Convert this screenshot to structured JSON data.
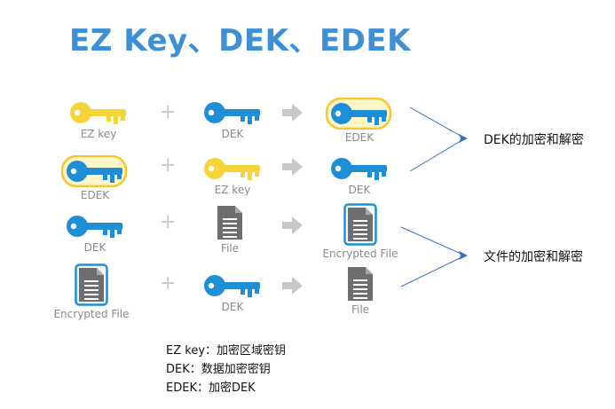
{
  "title": "EZ Key、DEK、EDEK",
  "rows": [
    {
      "a": {
        "icon": "yellow-key",
        "label": "EZ key"
      },
      "b": {
        "icon": "blue-key",
        "label": "DEK"
      },
      "c": {
        "icon": "framed-blue-key",
        "label": "EDEK"
      }
    },
    {
      "a": {
        "icon": "framed-blue-key",
        "label": "EDEK"
      },
      "b": {
        "icon": "yellow-key",
        "label": "EZ key"
      },
      "c": {
        "icon": "blue-key",
        "label": "DEK"
      }
    },
    {
      "a": {
        "icon": "blue-key",
        "label": "DEK"
      },
      "b": {
        "icon": "document",
        "label": "File"
      },
      "c": {
        "icon": "framed-document",
        "label": "Encrypted File"
      }
    },
    {
      "a": {
        "icon": "framed-document",
        "label": "Encrypted File"
      },
      "b": {
        "icon": "blue-key",
        "label": "DEK"
      },
      "c": {
        "icon": "document",
        "label": "File"
      }
    }
  ],
  "operators": {
    "plus": "+",
    "arrow": "arrow-right-icon"
  },
  "side_labels": {
    "dek": "DEK的加密和解密",
    "file": "文件的加密和解密"
  },
  "legend": [
    "EZ key：加密区域密钥",
    "DEK：数据加密密钥",
    "EDEK：加密DEK"
  ],
  "colors": {
    "title": "#3d8fd6",
    "yellow_key": "#f5d43a",
    "blue_key": "#1e8fd6",
    "frame": "#f5c830",
    "doc": "#6e6e6e",
    "connector": "#3a6fc4"
  }
}
